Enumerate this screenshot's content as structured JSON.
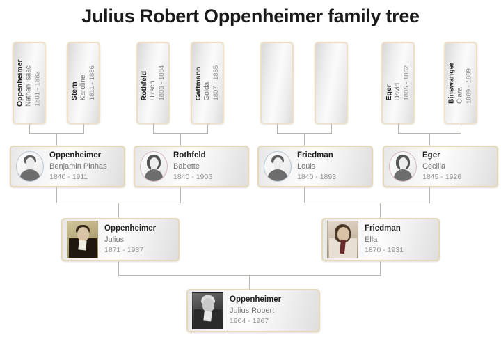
{
  "title": "Julius Robert Oppenheimer family tree",
  "colors": {
    "card_border": "#e6d9bb",
    "box_border": "#ede0c4",
    "connector": "#b6b6ae",
    "male_ring": "#b9c6cf",
    "female_ring": "#d7b6c4",
    "surname_text": "#1f1f1f",
    "given_text": "#737373",
    "dates_text": "#949494",
    "title_text": "#1a1a1a"
  },
  "generation1": [
    {
      "surname": "Oppenheimer",
      "given": "Nathan Isaac",
      "dates": "1801 - 1883",
      "empty": false
    },
    {
      "surname": "Stern",
      "given": "Karoline",
      "dates": "1811 - 1886",
      "empty": false
    },
    {
      "surname": "Rothfeld",
      "given": "Hirsch",
      "dates": "1803 - 1884",
      "empty": false
    },
    {
      "surname": "Gattmann",
      "given": "Golda",
      "dates": "1807 - 1885",
      "empty": false
    },
    {
      "surname": "",
      "given": "",
      "dates": "",
      "empty": true
    },
    {
      "surname": "",
      "given": "",
      "dates": "",
      "empty": true
    },
    {
      "surname": "Eger",
      "given": "David",
      "dates": "1805 - 1862",
      "empty": false
    },
    {
      "surname": "Binswanger",
      "given": "Clara",
      "dates": "1809 - 1889",
      "empty": false
    }
  ],
  "generation2": [
    {
      "surname": "Oppenheimer",
      "given": "Benjamin Pinhas",
      "dates": "1840 - 1911",
      "sex": "male"
    },
    {
      "surname": "Rothfeld",
      "given": "Babette",
      "dates": "1840 - 1906",
      "sex": "female"
    },
    {
      "surname": "Friedman",
      "given": "Louis",
      "dates": "1840 - 1893",
      "sex": "male"
    },
    {
      "surname": "Eger",
      "given": "Cecilia",
      "dates": "1845 - 1926",
      "sex": "female"
    }
  ],
  "generation3": [
    {
      "surname": "Oppenheimer",
      "given": "Julius",
      "dates": "1871 - 1937",
      "photo": "portrait-julius-oppenheimer"
    },
    {
      "surname": "Friedman",
      "given": "Ella",
      "dates": "1870 - 1931",
      "photo": "portrait-ella-friedman"
    }
  ],
  "generation4": [
    {
      "surname": "Oppenheimer",
      "given": "Julius Robert",
      "dates": "1904 - 1967",
      "photo": "portrait-julius-robert-oppenheimer"
    }
  ]
}
